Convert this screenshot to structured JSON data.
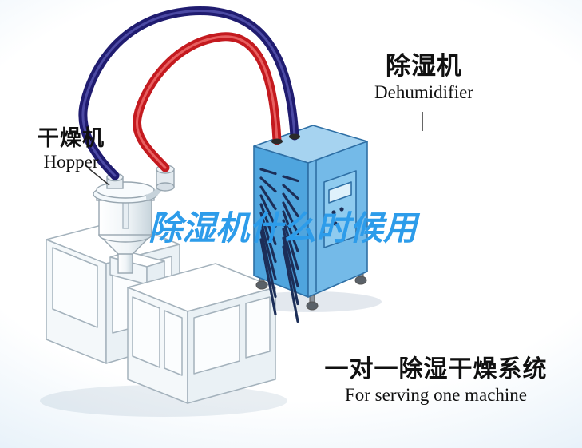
{
  "labels": {
    "hopper": {
      "cn": "干燥机",
      "en": "Hopper"
    },
    "dehumidifier": {
      "cn": "除湿机",
      "en": "Dehumidifier"
    },
    "caption": {
      "cn": "一对一除湿干燥系统",
      "en": "For serving one machine"
    },
    "watermark": "除湿机什么时候用"
  },
  "colors": {
    "hose_red": "#C41A1F",
    "hose_navy": "#201C70",
    "dehum_top": "#A6D3F0",
    "dehum_left": "#4FA5DE",
    "dehum_right": "#74BAE8",
    "watermark_blue": "#2D9CEA"
  }
}
